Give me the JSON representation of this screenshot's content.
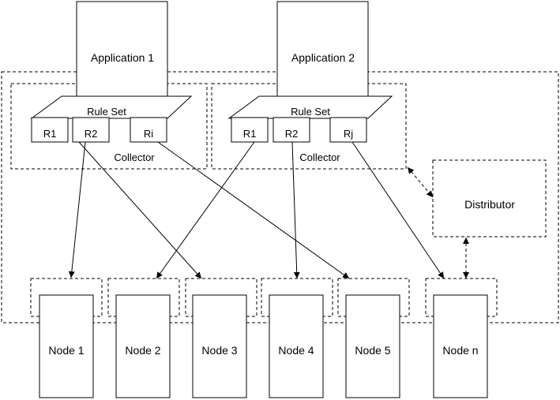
{
  "applications": [
    {
      "id": "app1",
      "label": "Application 1"
    },
    {
      "id": "app2",
      "label": "Application 2"
    }
  ],
  "rule_sets": [
    {
      "label": "Rule Set",
      "rules": [
        "R1",
        "R2",
        "Ri"
      ],
      "collector_label": "Collector"
    },
    {
      "label": "Rule Set",
      "rules": [
        "R1",
        "R2",
        "Rj"
      ],
      "collector_label": "Collector"
    }
  ],
  "distributor": {
    "label": "Distributor"
  },
  "nodes": [
    "Node 1",
    "Node 2",
    "Node 3",
    "Node 4",
    "Node 5",
    "Node n"
  ],
  "edges": [
    {
      "from": "rule-set-1.R2",
      "to": "node-1",
      "style": "solid",
      "directed": true
    },
    {
      "from": "rule-set-1.R2",
      "to": "node-3",
      "style": "solid",
      "directed": true
    },
    {
      "from": "rule-set-1.Ri",
      "to": "node-5",
      "style": "solid",
      "directed": true
    },
    {
      "from": "rule-set-2.R1",
      "to": "node-2",
      "style": "solid",
      "directed": true
    },
    {
      "from": "rule-set-2.R2",
      "to": "node-4",
      "style": "solid",
      "directed": true
    },
    {
      "from": "rule-set-2.Rj",
      "to": "node-n",
      "style": "solid",
      "directed": true
    },
    {
      "from": "collector-2",
      "to": "distributor",
      "style": "dashed",
      "directed": "both"
    },
    {
      "from": "distributor",
      "to": "node-n",
      "style": "dashed",
      "directed": "both"
    }
  ]
}
